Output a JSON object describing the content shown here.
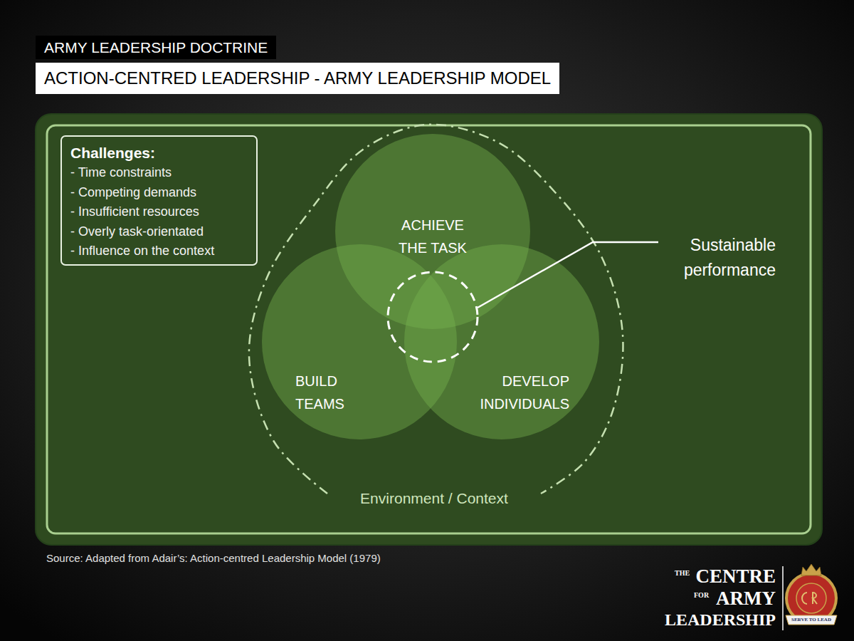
{
  "diagram": {
    "title": "ACTION-CENTRED LEADERSHIP - ARMY LEADERSHIP MODEL",
    "caption": "Source: Adapted from Adair’s: Action-centred Leadership Model (1979)",
    "nodes": [
      {
        "text": [
          "Challenges:",
          "- Time constraints",
          "- Competing demands",
          "- Insufficient resources",
          "- Overly task-orientated",
          "- Influence on the context"
        ]
      },
      {
        "text": [
          "Environment / Context"
        ]
      },
      {
        "text": [
          "ACHIEVE THE TASK"
        ],
        "in": 1
      },
      {
        "text": [
          "BUILD TEAMS"
        ],
        "in": 1
      },
      {
        "text": [
          "DEVELOP INDIVIDUALS"
        ],
        "in": 1
      }
    ],
    "labels": [
      "ARMY LEADERSHIP DOCTRINE",
      "Sustainable performance",
      "THE",
      "CENTRE",
      "FOR",
      "ARMY",
      "LEADERSHIP",
      "SERVE TO LEAD"
    ]
  }
}
